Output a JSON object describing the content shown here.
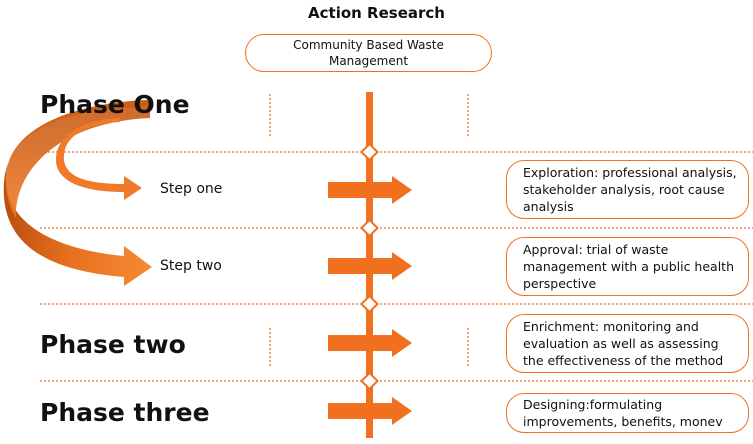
{
  "header": {
    "title": "Action Research",
    "subtitle": "Community Based Waste Management"
  },
  "phases": {
    "one": "Phase One",
    "two": "Phase two",
    "three": "Phase three"
  },
  "steps": {
    "one": "Step one",
    "two": "Step two"
  },
  "boxes": {
    "exploration": "Exploration: professional analysis, stakeholder analysis, root cause analysis",
    "approval": "Approval: trial of waste management with a public health perspective",
    "enrichment": "Enrichment: monitoring and evaluation as well as assessing the effectiveness of the method",
    "designing": "Designing:formulating improvements, benefits, monev"
  },
  "colors": {
    "accent": "#f07020",
    "accent_dark": "#c85a14"
  }
}
